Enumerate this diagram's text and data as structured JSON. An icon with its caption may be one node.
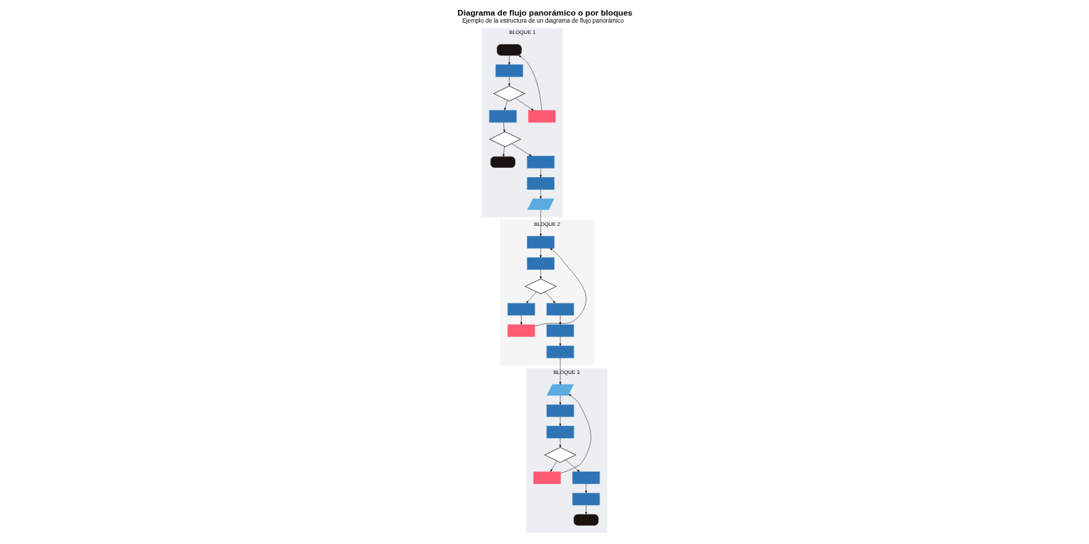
{
  "diagram": {
    "title": "Diagrama de flujo panorámico o por bloques",
    "caption": "Ejemplo de la estructura de un diagrama de flujo panorámico",
    "nodes": [
      {
        "text": [
          "BLOQUE 1"
        ]
      },
      {
        "text": [],
        "shape": "terminal",
        "in": 0
      },
      {
        "text": [],
        "shape": "box",
        "in": 0
      },
      {
        "text": [],
        "shape": "diamond",
        "in": 0
      },
      {
        "text": [],
        "shape": "box",
        "in": 0
      },
      {
        "text": [],
        "shape": "box",
        "in": 0
      },
      {
        "text": [],
        "shape": "diamond",
        "in": 0
      },
      {
        "text": [],
        "shape": "terminal",
        "in": 0
      },
      {
        "text": [],
        "shape": "box",
        "in": 0
      },
      {
        "text": [],
        "shape": "box",
        "in": 0
      },
      {
        "text": [],
        "shape": "parallelogram",
        "in": 0
      },
      {
        "text": [
          "BLOQUE 2"
        ]
      },
      {
        "text": [],
        "shape": "box",
        "in": 11
      },
      {
        "text": [],
        "shape": "box",
        "in": 11
      },
      {
        "text": [],
        "shape": "diamond",
        "in": 11
      },
      {
        "text": [],
        "shape": "box",
        "in": 11
      },
      {
        "text": [],
        "shape": "box",
        "in": 11
      },
      {
        "text": [],
        "shape": "box",
        "in": 11
      },
      {
        "text": [],
        "shape": "box",
        "in": 11
      },
      {
        "text": [],
        "shape": "box",
        "in": 11
      },
      {
        "text": [
          "BLOQUE 3"
        ]
      },
      {
        "text": [],
        "shape": "parallelogram",
        "in": 20
      },
      {
        "text": [],
        "shape": "box",
        "in": 20
      },
      {
        "text": [],
        "shape": "box",
        "in": 20
      },
      {
        "text": [],
        "shape": "diamond",
        "in": 20
      },
      {
        "text": [],
        "shape": "box",
        "in": 20
      },
      {
        "text": [],
        "shape": "box",
        "in": 20
      },
      {
        "text": [],
        "shape": "box",
        "in": 20
      },
      {
        "text": [],
        "shape": "terminal",
        "in": 20
      }
    ],
    "edges": [
      {
        "from": 1,
        "to": 2,
        "arrow": "to"
      },
      {
        "from": 2,
        "to": 3,
        "arrow": "to"
      },
      {
        "from": 3,
        "to": 4,
        "arrow": "to"
      },
      {
        "from": 3,
        "to": 5,
        "arrow": "to"
      },
      {
        "from": 5,
        "to": 1,
        "arrow": "to"
      },
      {
        "from": 4,
        "to": 6,
        "arrow": "to"
      },
      {
        "from": 6,
        "to": 7,
        "arrow": "to"
      },
      {
        "from": 6,
        "to": 8,
        "arrow": "to"
      },
      {
        "from": 8,
        "to": 9,
        "arrow": "to"
      },
      {
        "from": 9,
        "to": 10,
        "arrow": "to"
      },
      {
        "from": 10,
        "to": 12,
        "arrow": "to"
      },
      {
        "from": 12,
        "to": 13,
        "arrow": "to"
      },
      {
        "from": 13,
        "to": 14,
        "arrow": "to"
      },
      {
        "from": 14,
        "to": 15,
        "arrow": "to"
      },
      {
        "from": 14,
        "to": 17,
        "arrow": "to"
      },
      {
        "from": 15,
        "to": 16,
        "arrow": "to"
      },
      {
        "from": 16,
        "to": 12,
        "arrow": "to"
      },
      {
        "from": 17,
        "to": 18,
        "arrow": "to"
      },
      {
        "from": 18,
        "to": 19,
        "arrow": "to"
      },
      {
        "from": 19,
        "to": 21,
        "arrow": "to"
      },
      {
        "from": 21,
        "to": 22,
        "arrow": "to"
      },
      {
        "from": 22,
        "to": 23,
        "arrow": "to"
      },
      {
        "from": 23,
        "to": 24,
        "arrow": "to"
      },
      {
        "from": 24,
        "to": 25,
        "arrow": "to"
      },
      {
        "from": 25,
        "to": 21,
        "arrow": "to"
      },
      {
        "from": 24,
        "to": 26,
        "arrow": "to"
      },
      {
        "from": 26,
        "to": 27,
        "arrow": "to"
      },
      {
        "from": 27,
        "to": 28,
        "arrow": "to"
      }
    ]
  }
}
